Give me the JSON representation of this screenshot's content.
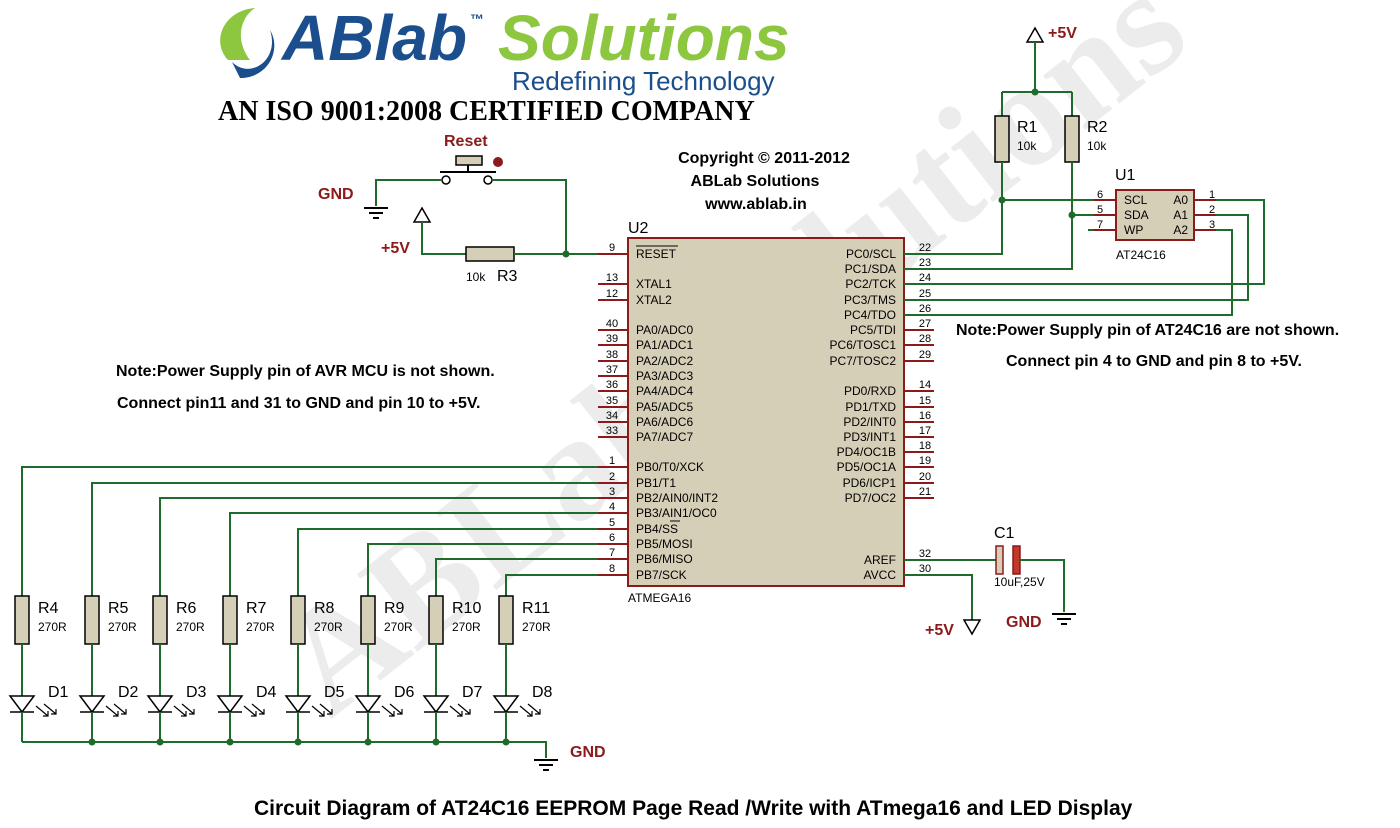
{
  "logo": {
    "brand_left": "ABlab",
    "trademark": "™",
    "brand_right": "Solutions",
    "tagline": "Redefining Technology",
    "brand_colors": {
      "blue": "#1b4e8c",
      "green": "#8dc63f"
    }
  },
  "certification": "AN ISO 9001:2008 CERTIFIED COMPANY",
  "copyright": {
    "line1": "Copyright © 2011-2012",
    "line2": "ABLab Solutions",
    "line3": "www.ablab.in"
  },
  "watermark": "ABLab Solutions",
  "caption": "Circuit Diagram of AT24C16 EEPROM Page Read /Write with ATmega16 and LED Display",
  "notes": {
    "mcu_line1": "Note:Power Supply pin of AVR MCU is not shown.",
    "mcu_line2": "Connect pin11 and 31 to GND and pin 10 to +5V.",
    "eeprom_line1": "Note:Power Supply pin of AT24C16 are not shown.",
    "eeprom_line2": "Connect pin 4 to GND and pin 8 to +5V."
  },
  "nets": {
    "gnd": "GND",
    "vcc": "+5V"
  },
  "reset_switch": {
    "label": "Reset"
  },
  "mcu": {
    "ref": "U2",
    "part": "ATMEGA16",
    "left_pins": [
      {
        "num": "9",
        "name": "RESET"
      },
      {
        "num": "13",
        "name": "XTAL1"
      },
      {
        "num": "12",
        "name": "XTAL2"
      },
      {
        "num": "40",
        "name": "PA0/ADC0"
      },
      {
        "num": "39",
        "name": "PA1/ADC1"
      },
      {
        "num": "38",
        "name": "PA2/ADC2"
      },
      {
        "num": "37",
        "name": "PA3/ADC3"
      },
      {
        "num": "36",
        "name": "PA4/ADC4"
      },
      {
        "num": "35",
        "name": "PA5/ADC5"
      },
      {
        "num": "34",
        "name": "PA6/ADC6"
      },
      {
        "num": "33",
        "name": "PA7/ADC7"
      },
      {
        "num": "1",
        "name": "PB0/T0/XCK"
      },
      {
        "num": "2",
        "name": "PB1/T1"
      },
      {
        "num": "3",
        "name": "PB2/AIN0/INT2"
      },
      {
        "num": "4",
        "name": "PB3/AIN1/OC0"
      },
      {
        "num": "5",
        "name": "PB4/SS"
      },
      {
        "num": "6",
        "name": "PB5/MOSI"
      },
      {
        "num": "7",
        "name": "PB6/MISO"
      },
      {
        "num": "8",
        "name": "PB7/SCK"
      }
    ],
    "right_pins": [
      {
        "num": "22",
        "name": "PC0/SCL"
      },
      {
        "num": "23",
        "name": "PC1/SDA"
      },
      {
        "num": "24",
        "name": "PC2/TCK"
      },
      {
        "num": "25",
        "name": "PC3/TMS"
      },
      {
        "num": "26",
        "name": "PC4/TDO"
      },
      {
        "num": "27",
        "name": "PC5/TDI"
      },
      {
        "num": "28",
        "name": "PC6/TOSC1"
      },
      {
        "num": "29",
        "name": "PC7/TOSC2"
      },
      {
        "num": "14",
        "name": "PD0/RXD"
      },
      {
        "num": "15",
        "name": "PD1/TXD"
      },
      {
        "num": "16",
        "name": "PD2/INT0"
      },
      {
        "num": "17",
        "name": "PD3/INT1"
      },
      {
        "num": "18",
        "name": "PD4/OC1B"
      },
      {
        "num": "19",
        "name": "PD5/OC1A"
      },
      {
        "num": "20",
        "name": "PD6/ICP1"
      },
      {
        "num": "21",
        "name": "PD7/OC2"
      },
      {
        "num": "32",
        "name": "AREF"
      },
      {
        "num": "30",
        "name": "AVCC"
      }
    ]
  },
  "eeprom": {
    "ref": "U1",
    "part": "AT24C16",
    "left_pins": [
      {
        "num": "6",
        "name": "SCL"
      },
      {
        "num": "5",
        "name": "SDA"
      },
      {
        "num": "7",
        "name": "WP"
      }
    ],
    "right_pins": [
      {
        "num": "1",
        "name": "A0"
      },
      {
        "num": "2",
        "name": "A1"
      },
      {
        "num": "3",
        "name": "A2"
      }
    ]
  },
  "pullups": [
    {
      "ref": "R1",
      "value": "10k"
    },
    {
      "ref": "R2",
      "value": "10k"
    }
  ],
  "reset_resistor": {
    "ref": "R3",
    "value": "10k"
  },
  "capacitor": {
    "ref": "C1",
    "value": "10uF,25V"
  },
  "led_resistors": [
    {
      "ref": "R4",
      "value": "270R"
    },
    {
      "ref": "R5",
      "value": "270R"
    },
    {
      "ref": "R6",
      "value": "270R"
    },
    {
      "ref": "R7",
      "value": "270R"
    },
    {
      "ref": "R8",
      "value": "270R"
    },
    {
      "ref": "R9",
      "value": "270R"
    },
    {
      "ref": "R10",
      "value": "270R"
    },
    {
      "ref": "R11",
      "value": "270R"
    }
  ],
  "leds": [
    {
      "ref": "D1"
    },
    {
      "ref": "D2"
    },
    {
      "ref": "D3"
    },
    {
      "ref": "D4"
    },
    {
      "ref": "D5"
    },
    {
      "ref": "D6"
    },
    {
      "ref": "D7"
    },
    {
      "ref": "D8"
    }
  ]
}
